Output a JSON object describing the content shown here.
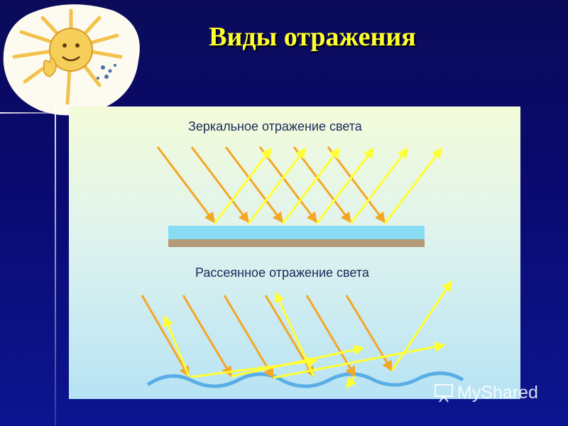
{
  "slide": {
    "title": "Виды отражения"
  },
  "panel": {
    "specular_label": "Зеркальное отражение света",
    "diffuse_label": "Рассеянное отражение света"
  },
  "watermark": {
    "text": "MyShared"
  },
  "colors": {
    "incident_ray": "#f5a623",
    "reflected_ray": "#ffff33",
    "mirror_top": "#87dcf4",
    "mirror_base": "#b29a7a",
    "wave": "#5aaee6",
    "title": "#ffff2e"
  }
}
